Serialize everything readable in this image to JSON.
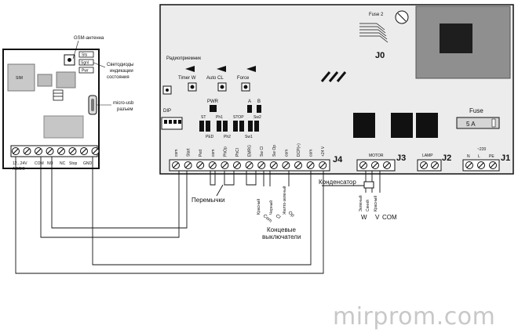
{
  "gsm_module": {
    "sim_label": "SIM",
    "gsm_antenna_label": "GSM-антенна",
    "leds": [
      "Sts",
      "Sgnl",
      "Pwr"
    ],
    "led_caption": [
      "Светодиоды",
      "индикации",
      "состояния"
    ],
    "usb_caption": [
      "micro-usb",
      "разъем"
    ],
    "terminals": [
      "12...24V",
      "COM",
      "NO",
      "NC",
      "Stop",
      "GND"
    ],
    "terminals_sub": "AC/DC"
  },
  "controller": {
    "fuse2_label": "Fuse 2",
    "j0_label": "J0",
    "radio_label": "Радиоприемник",
    "trimmers": [
      "Timer W",
      "Auto CL",
      "Force"
    ],
    "pwr_label": "PWR",
    "ab_labels": [
      "A",
      "B"
    ],
    "dip_label": "DIP",
    "jumper_labels_top": [
      "ST",
      "Ph1",
      "STOP",
      "Sw2"
    ],
    "jumper_labels_bottom": [
      "PED",
      "Ph2",
      "Sw1"
    ],
    "fuse_label": "Fuse",
    "fuse_value": "5 A",
    "j4_label": "J4",
    "j4_terminals": [
      "com",
      "Start",
      "Ped",
      "com",
      "PhOp",
      "PhCl",
      "EMRG",
      "Sw Cl",
      "Sw Op",
      "com",
      "DCP(+)",
      "com",
      "+24 V"
    ],
    "j3_label": "J3",
    "j3_caption": "MOTOR",
    "j2_label": "J2",
    "j2_caption": "LAMP",
    "j1_label": "J1",
    "j1_caption": "~220",
    "j1_terminals": [
      "N",
      "L",
      "PE"
    ]
  },
  "annotations": {
    "jumpers": "Перемычки",
    "capacitor": "Конденсатор",
    "motor_wires": [
      "W",
      "V",
      "COM"
    ],
    "motor_wire_colors": [
      "Зеленый",
      "Синий",
      "Красный"
    ],
    "limit_wire_colors": [
      "Красный",
      "Черный",
      "Желто-зеленый"
    ],
    "limit_wire_terms": [
      "Com",
      "Cl",
      "Op"
    ],
    "limit_switches": [
      "Концевые",
      "выключатели"
    ]
  },
  "watermark": "mirprom.com"
}
